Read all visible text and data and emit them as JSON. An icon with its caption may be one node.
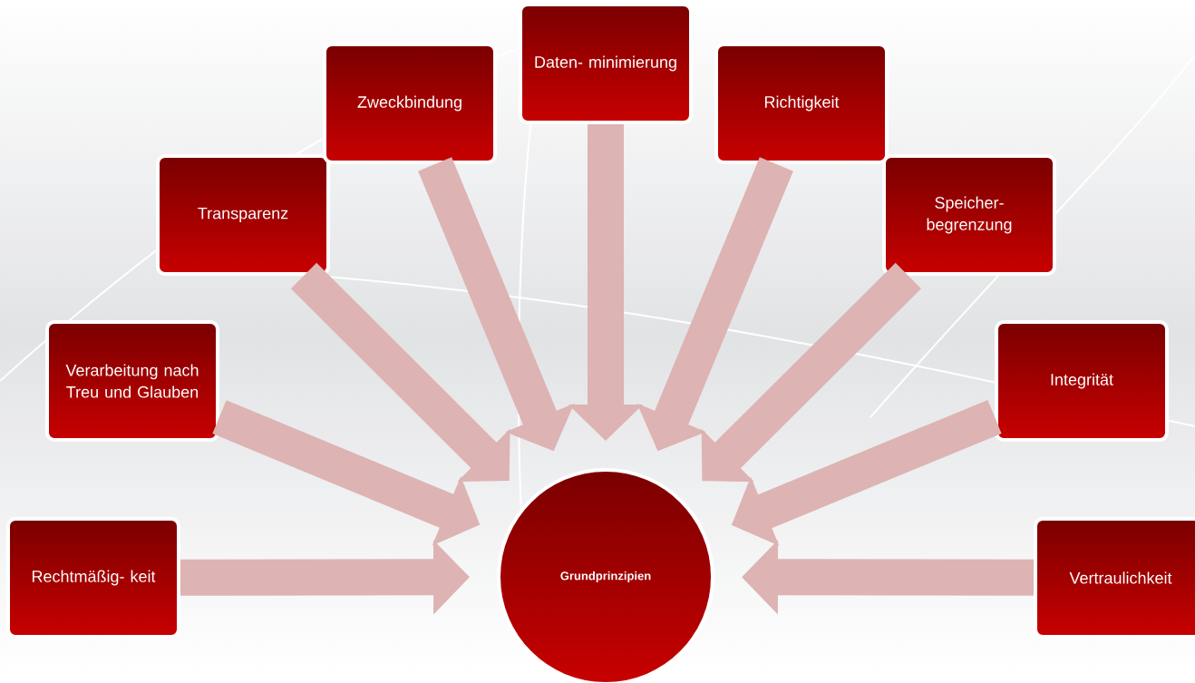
{
  "diagram": {
    "nodes": [
      {
        "text": [
          "Rechtmäßig- keit"
        ]
      },
      {
        "text": [
          "Verarbeitung nach Treu und Glauben"
        ]
      },
      {
        "text": [
          "Transparenz"
        ]
      },
      {
        "text": [
          "Zweckbindung"
        ]
      },
      {
        "text": [
          "Daten- minimierung"
        ]
      },
      {
        "text": [
          "Richtigkeit"
        ]
      },
      {
        "text": [
          "Speicher- begrenzung"
        ]
      },
      {
        "text": [
          "Integrität"
        ]
      },
      {
        "text": [
          "Vertraulichkeit"
        ]
      },
      {
        "text": [
          "Grundprinzipien"
        ]
      }
    ],
    "edges": [
      {
        "from": 0,
        "to": 9,
        "arrow": "to"
      },
      {
        "from": 1,
        "to": 9,
        "arrow": "to"
      },
      {
        "from": 2,
        "to": 9,
        "arrow": "to"
      },
      {
        "from": 3,
        "to": 9,
        "arrow": "to"
      },
      {
        "from": 4,
        "to": 9,
        "arrow": "to"
      },
      {
        "from": 5,
        "to": 9,
        "arrow": "to"
      },
      {
        "from": 6,
        "to": 9,
        "arrow": "to"
      },
      {
        "from": 7,
        "to": 9,
        "arrow": "to"
      },
      {
        "from": 8,
        "to": 9,
        "arrow": "to"
      }
    ]
  }
}
